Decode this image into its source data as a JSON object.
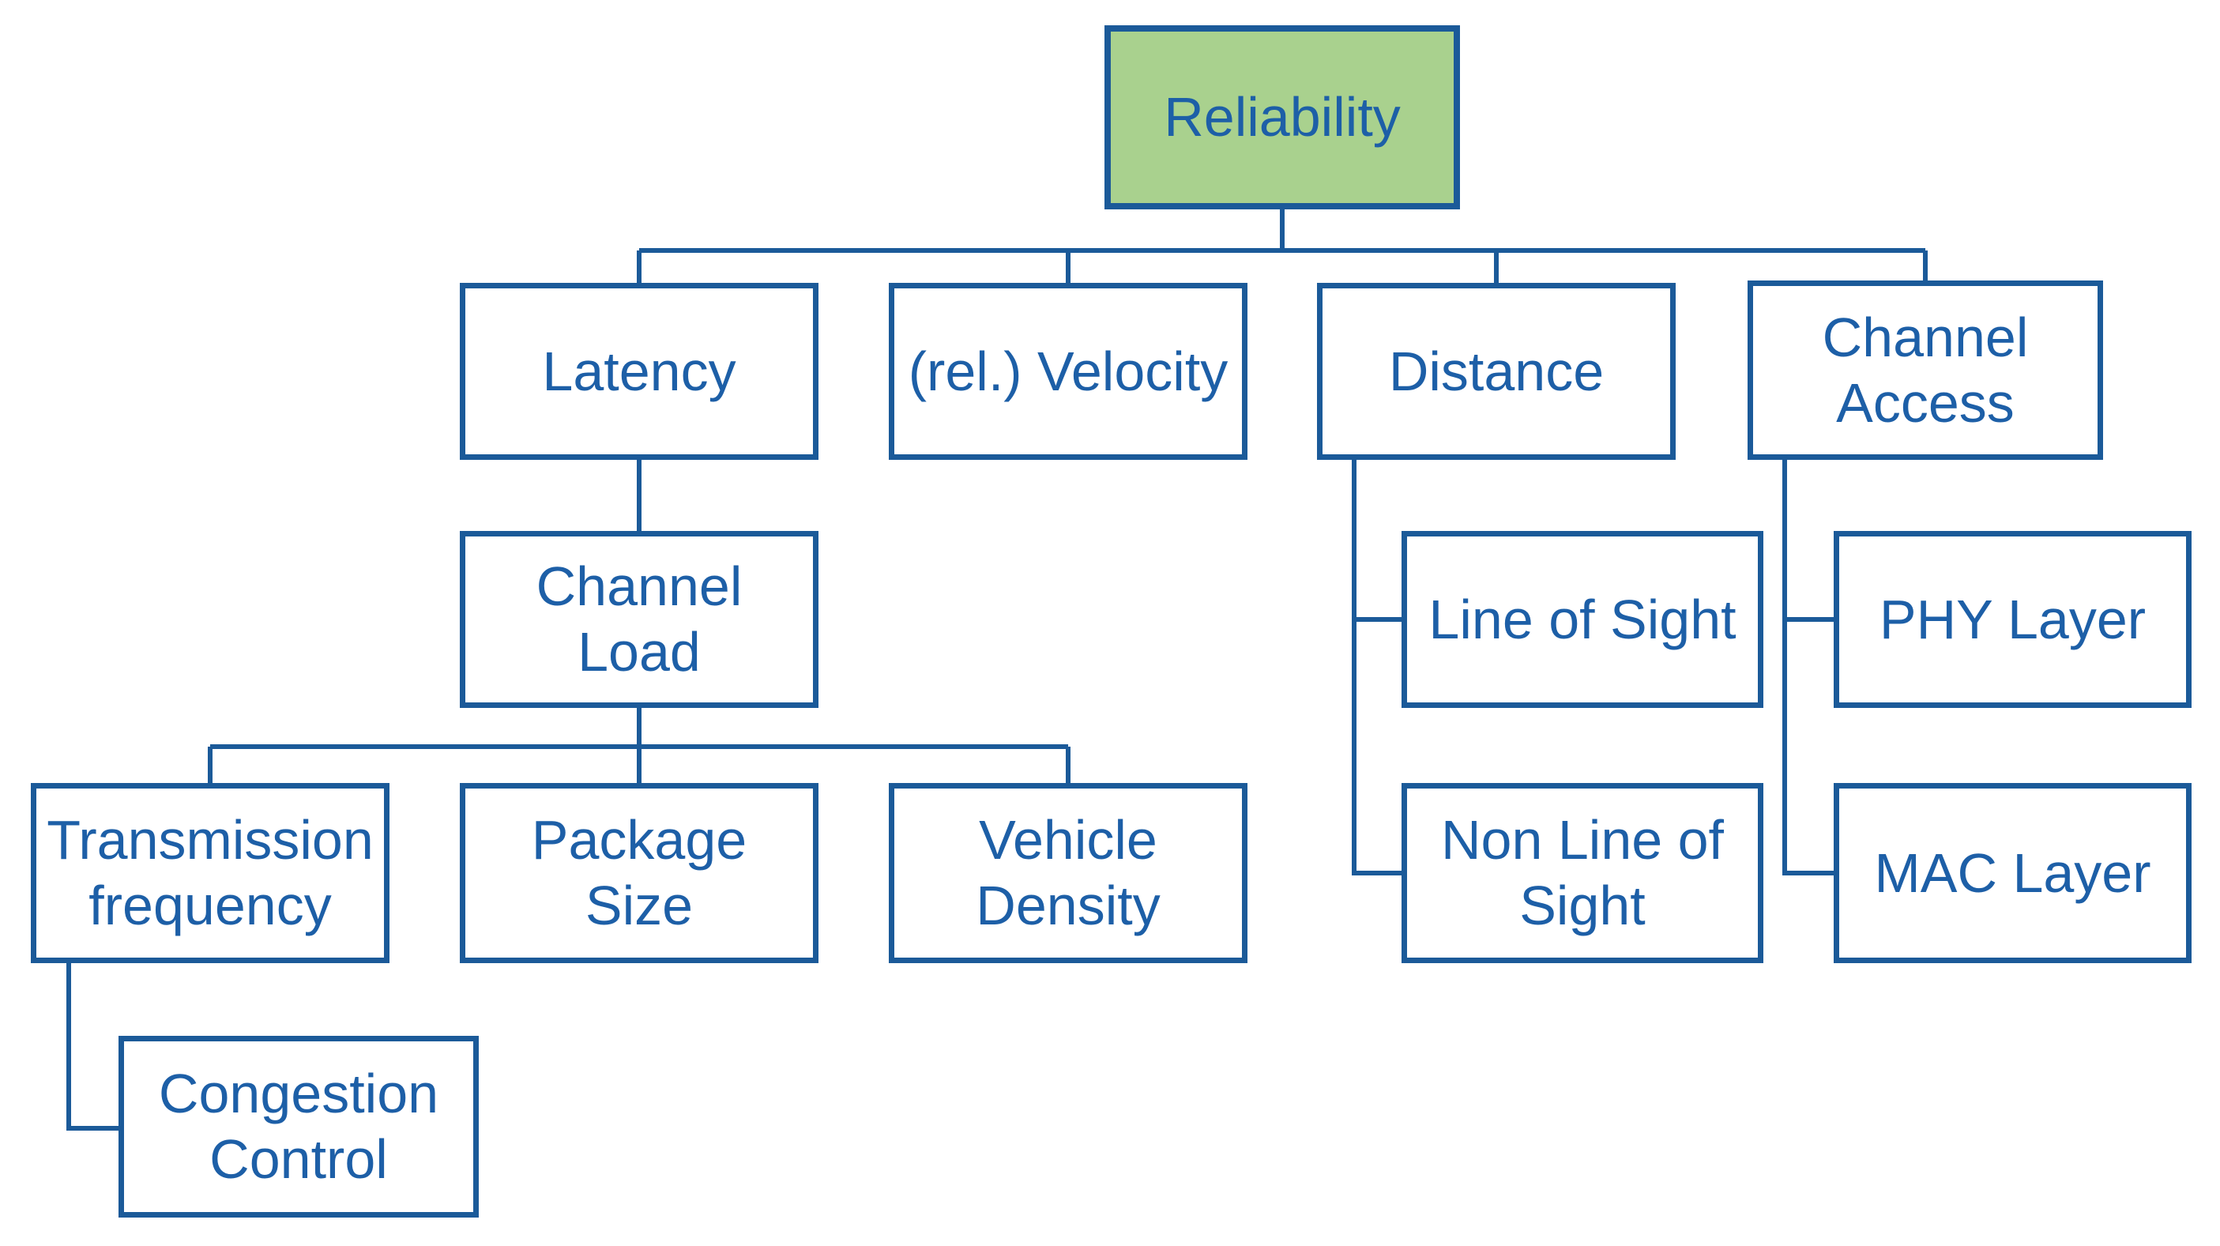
{
  "diagram": {
    "type": "tree",
    "root": "Reliability",
    "hierarchy": [
      {
        "parent": "Reliability",
        "children": [
          "Latency",
          "(rel.) Velocity",
          "Distance",
          "Channel Access"
        ]
      },
      {
        "parent": "Latency",
        "children": [
          "Channel Load"
        ]
      },
      {
        "parent": "Channel Load",
        "children": [
          "Transmission frequency",
          "Package Size",
          "Vehicle Density"
        ]
      },
      {
        "parent": "Transmission frequency",
        "children": [
          "Congestion Control"
        ]
      },
      {
        "parent": "Distance",
        "children": [
          "Line of Sight",
          "Non Line of Sight"
        ]
      },
      {
        "parent": "Channel Access",
        "children": [
          "PHY Layer",
          "MAC Layer"
        ]
      }
    ]
  },
  "nodes": {
    "reliability": {
      "label": "Reliability"
    },
    "latency": {
      "label": "Latency"
    },
    "velocity": {
      "label": "(rel.) Velocity"
    },
    "distance": {
      "label": "Distance"
    },
    "channel_access": {
      "label": "Channel\nAccess"
    },
    "channel_load": {
      "label": "Channel\nLoad"
    },
    "transmission_frequency": {
      "label": "Transmission\nfrequency"
    },
    "package_size": {
      "label": "Package\nSize"
    },
    "vehicle_density": {
      "label": "Vehicle\nDensity"
    },
    "congestion_control": {
      "label": "Congestion\nControl"
    },
    "line_of_sight": {
      "label": "Line of Sight"
    },
    "non_line_of_sight": {
      "label": "Non Line of\nSight"
    },
    "phy_layer": {
      "label": "PHY Layer"
    },
    "mac_layer": {
      "label": "MAC Layer"
    }
  },
  "colors": {
    "background": "#FFFFFF",
    "root_fill": "#A9D18E",
    "node_fill": "#FFFFFF",
    "line": "#1B5A99",
    "text": "#1D5FA7"
  }
}
